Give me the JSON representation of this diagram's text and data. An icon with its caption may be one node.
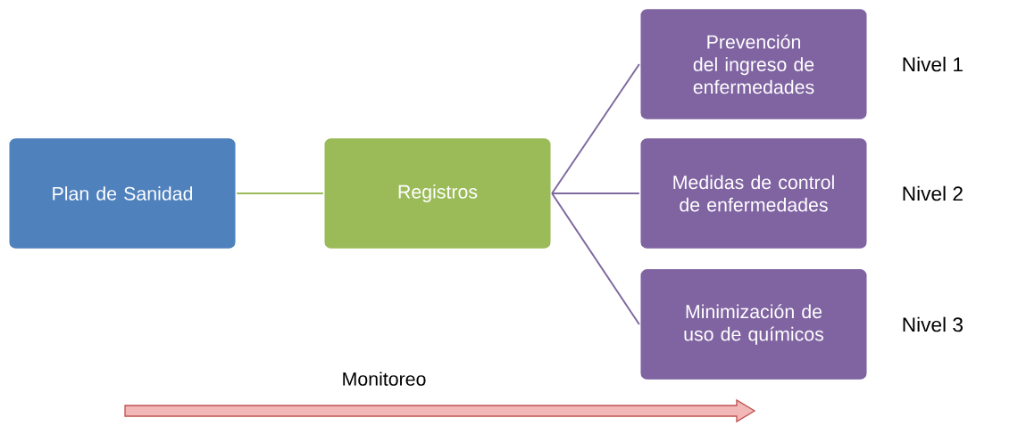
{
  "diagram": {
    "nodes": [
      {
        "text": [
          "Plan de Sanidad"
        ]
      },
      {
        "text": [
          "Registros"
        ]
      },
      {
        "text": [
          "Prevención del ingreso de enfermedades"
        ],
        "beside": [
          "Nivel 1"
        ]
      },
      {
        "text": [
          "Medidas de control de enfermedades"
        ],
        "beside": [
          "Nivel 2"
        ]
      },
      {
        "text": [
          "Minimización de uso de químicos"
        ],
        "beside": [
          "Nivel 3"
        ]
      }
    ],
    "edges": [
      {
        "from": 0,
        "to": 1,
        "arrow": "none",
        "color": "#9bbb59"
      },
      {
        "from": 1,
        "to": 2,
        "arrow": "none"
      },
      {
        "from": 1,
        "to": 3,
        "arrow": "none"
      },
      {
        "from": 1,
        "to": 4,
        "arrow": "none"
      }
    ],
    "labels": [
      "Monitoreo"
    ]
  }
}
